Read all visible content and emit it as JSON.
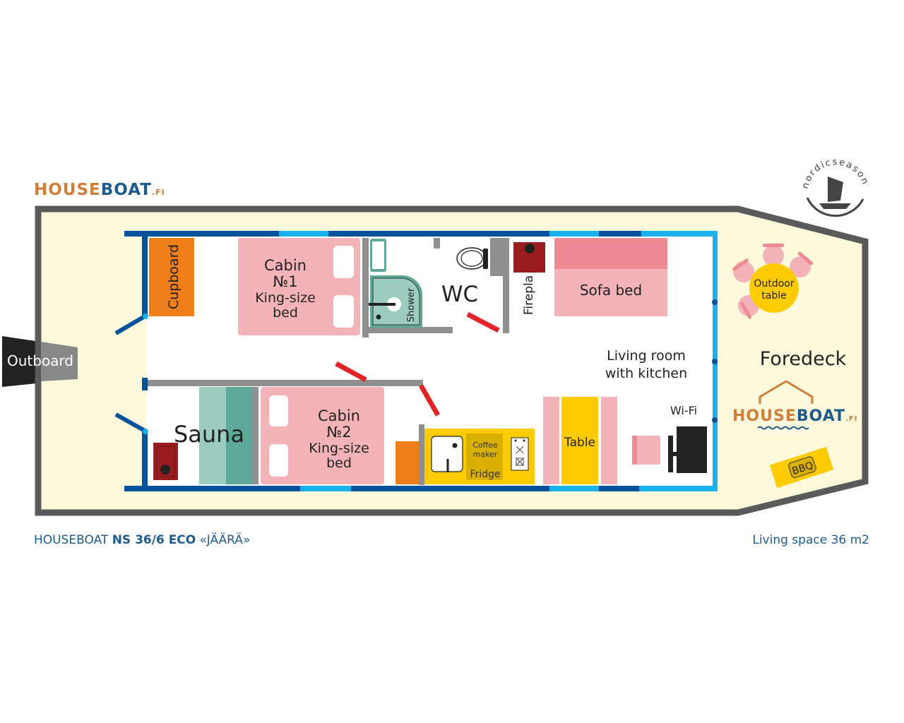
{
  "header": {
    "logo_house": "HOUSE",
    "logo_boat": "BOAT",
    "logo_fi": ".FI",
    "partner_logo": "nordicseason"
  },
  "colors": {
    "hull": "#5a5a5a",
    "deck": "#fdf9dc",
    "wall_dark": "#00529b",
    "wall_light": "#1ab0e8",
    "bed": "#f4b3b9",
    "orange": "#ee7f1b",
    "yellow": "#fecb00",
    "teal": "#5ea898",
    "door": "#e2232a",
    "brand_orange": "#cf7f3a",
    "brand_blue": "#1d5a8e"
  },
  "rooms": {
    "cupboard": "Cupboard",
    "cabin1": [
      "Cabin",
      "№1",
      "King-size",
      "bed"
    ],
    "shower": "Shower",
    "wc": "WC",
    "fireplace": "Firepla",
    "sofa_bed": "Sofa bed",
    "living_room": [
      "Living room",
      "with kitchen"
    ],
    "sauna": "Sauna",
    "cabin2": [
      "Cabin",
      "№2",
      "King-size",
      "bed"
    ],
    "coffee_maker": [
      "Coffee",
      "maker"
    ],
    "fridge": "Fridge",
    "table": "Table",
    "wifi": "Wi-Fi",
    "outboard": "Outboard",
    "outdoor_table": [
      "Outdoor",
      "table"
    ],
    "foredeck": "Foredeck",
    "bbq": "BBQ"
  },
  "footer": {
    "model_prefix": "HOUSEBOAT ",
    "model_bold": "NS 36/6 ECO",
    "model_name": " «JÄÄRÄ»",
    "living_space": "Living space 36 m2"
  }
}
